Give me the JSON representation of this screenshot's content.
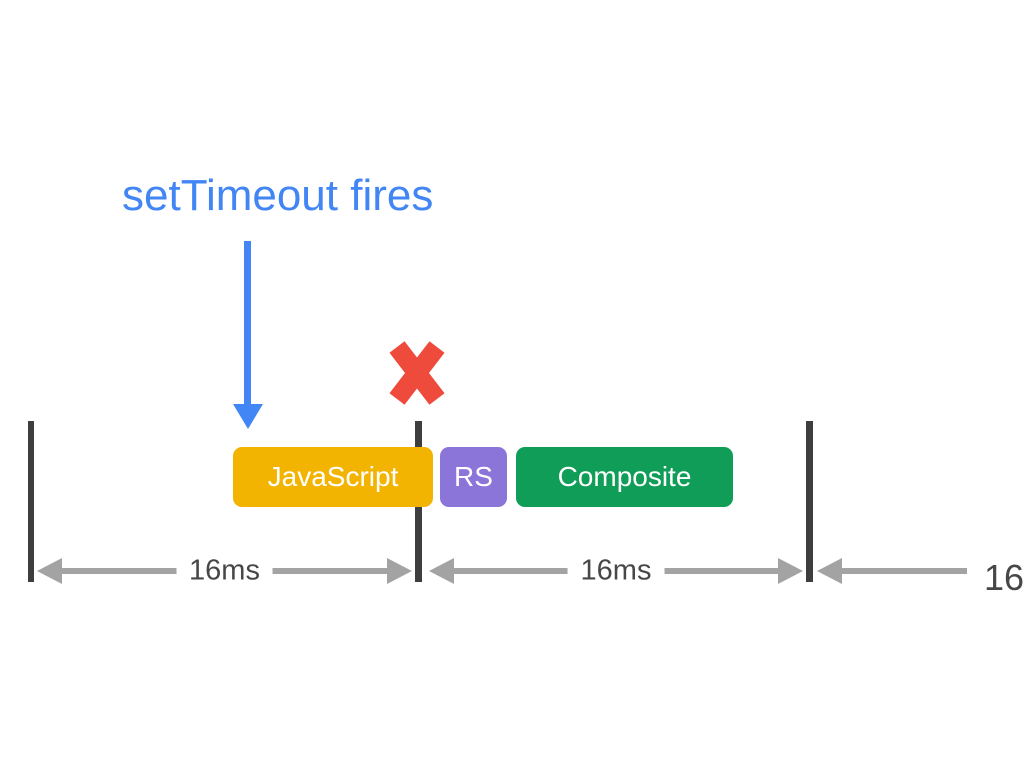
{
  "diagram": {
    "title": {
      "text": "setTimeout fires"
    },
    "tasks": [
      {
        "id": "javascript",
        "label": "JavaScript",
        "color": "#F3B301"
      },
      {
        "id": "recalc-styles",
        "label": "RS",
        "color": "#8C75D9"
      },
      {
        "id": "composite",
        "label": "Composite",
        "color": "#109D58"
      }
    ],
    "frame_intervals": [
      {
        "label": "16ms"
      },
      {
        "label": "16ms"
      },
      {
        "label": "16"
      }
    ],
    "icons": {
      "settimeout_arrow": "blue-down-arrow-icon",
      "missed_frame": "red-x-icon"
    },
    "colors": {
      "title_blue": "#4285F4",
      "javascript_yellow": "#F3B301",
      "recalc_styles_purple": "#8C75D9",
      "composite_green": "#109D58",
      "missed_frame_red": "#EE4B3D",
      "frame_boundary_dark": "#3E3E3E",
      "interval_arrow_gray": "#A3A3A3",
      "interval_label_gray": "#474747"
    }
  }
}
